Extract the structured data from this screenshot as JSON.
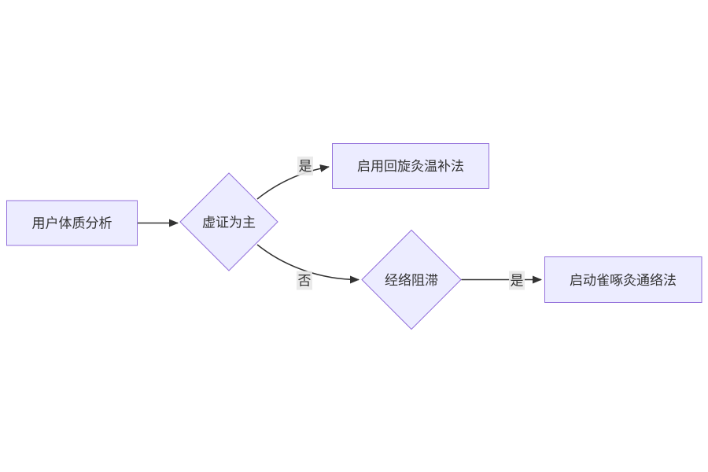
{
  "diagram": {
    "type": "flowchart",
    "direction": "left-to-right",
    "background_color": "#ffffff",
    "colors": {
      "node_fill": "#ECECFF",
      "node_border": "#9370DB",
      "edge_stroke": "#333333",
      "text_color": "#333333",
      "edge_label_background": "#e8e8e8"
    },
    "nodes": [
      {
        "id": "A",
        "shape": "rectangle",
        "label": "用户体质分析"
      },
      {
        "id": "B",
        "shape": "diamond",
        "label": "虚证为主"
      },
      {
        "id": "C",
        "shape": "rectangle",
        "label": "启用回旋灸温补法"
      },
      {
        "id": "D",
        "shape": "diamond",
        "label": "经络阻滞"
      },
      {
        "id": "E",
        "shape": "rectangle",
        "label": "启动雀啄灸通络法"
      }
    ],
    "edges": [
      {
        "from": "A",
        "to": "B",
        "label": ""
      },
      {
        "from": "B",
        "to": "C",
        "label": "是"
      },
      {
        "from": "B",
        "to": "D",
        "label": "否"
      },
      {
        "from": "D",
        "to": "E",
        "label": "是"
      }
    ]
  }
}
